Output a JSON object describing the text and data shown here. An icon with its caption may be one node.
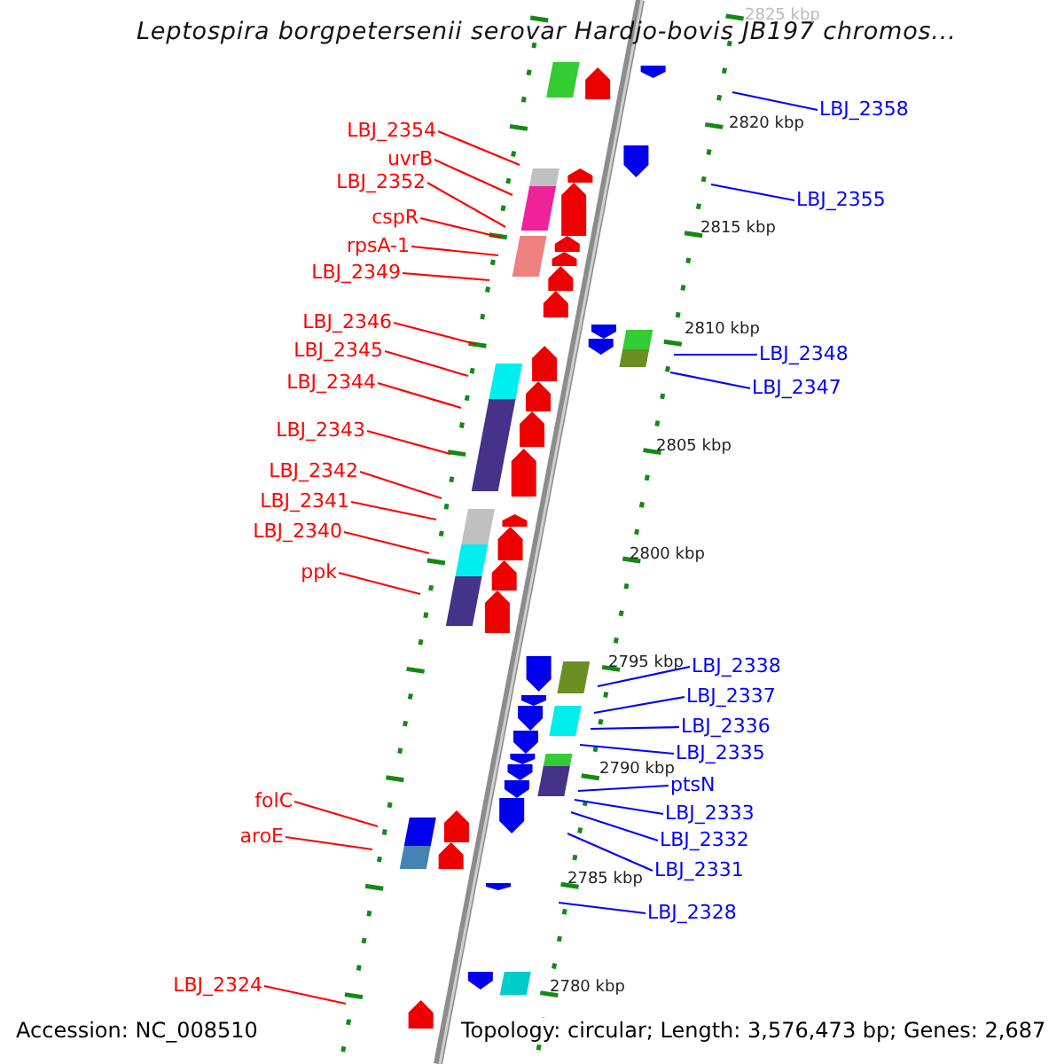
{
  "diagram": {
    "title": "Leptospira borgpetersenii serovar Hardjo-bovis JB197 chromos...",
    "nodes": [
      {
        "text": [
          "LBJ_2358"
        ]
      },
      {
        "text": [
          "LBJ_2354"
        ]
      },
      {
        "text": [
          "uvrB"
        ]
      },
      {
        "text": [
          "LBJ_2352"
        ]
      },
      {
        "text": [
          "LBJ_2355"
        ]
      },
      {
        "text": [
          "cspR"
        ]
      },
      {
        "text": [
          "rpsA-1"
        ]
      },
      {
        "text": [
          "LBJ_2349"
        ]
      },
      {
        "text": [
          "LBJ_2346"
        ]
      },
      {
        "text": [
          "LBJ_2345"
        ]
      },
      {
        "text": [
          "LBJ_2348"
        ]
      },
      {
        "text": [
          "LBJ_2344"
        ]
      },
      {
        "text": [
          "LBJ_2347"
        ]
      },
      {
        "text": [
          "LBJ_2343"
        ]
      },
      {
        "text": [
          "LBJ_2342"
        ]
      },
      {
        "text": [
          "LBJ_2341"
        ]
      },
      {
        "text": [
          "LBJ_2340"
        ]
      },
      {
        "text": [
          "ppk"
        ]
      },
      {
        "text": [
          "LBJ_2338"
        ]
      },
      {
        "text": [
          "LBJ_2337"
        ]
      },
      {
        "text": [
          "LBJ_2336"
        ]
      },
      {
        "text": [
          "LBJ_2335"
        ]
      },
      {
        "text": [
          "ptsN"
        ]
      },
      {
        "text": [
          "folC"
        ]
      },
      {
        "text": [
          "LBJ_2333"
        ]
      },
      {
        "text": [
          "aroE"
        ]
      },
      {
        "text": [
          "LBJ_2332"
        ]
      },
      {
        "text": [
          "LBJ_2331"
        ]
      },
      {
        "text": [
          "LBJ_2328"
        ]
      },
      {
        "text": [
          "LBJ_2324"
        ]
      }
    ],
    "edges": [
      {
        "from": 0,
        "to": null,
        "arrow": "none",
        "color": "#0000ff"
      },
      {
        "from": 1,
        "to": null,
        "arrow": "none"
      },
      {
        "from": 2,
        "to": null,
        "arrow": "none"
      },
      {
        "from": 3,
        "to": null,
        "arrow": "none"
      },
      {
        "from": 4,
        "to": null,
        "arrow": "none",
        "color": "#0000ff"
      },
      {
        "from": 5,
        "to": null,
        "arrow": "none"
      },
      {
        "from": 6,
        "to": null,
        "arrow": "none"
      },
      {
        "from": 7,
        "to": null,
        "arrow": "none"
      },
      {
        "from": 8,
        "to": null,
        "arrow": "none"
      },
      {
        "from": 9,
        "to": null,
        "arrow": "none"
      },
      {
        "from": 10,
        "to": null,
        "arrow": "none",
        "color": "#0000ff"
      },
      {
        "from": 11,
        "to": null,
        "arrow": "none"
      },
      {
        "from": 12,
        "to": null,
        "arrow": "none",
        "color": "#0000ff"
      },
      {
        "from": 13,
        "to": null,
        "arrow": "none"
      },
      {
        "from": 14,
        "to": null,
        "arrow": "none"
      },
      {
        "from": 15,
        "to": null,
        "arrow": "none"
      },
      {
        "from": 16,
        "to": null,
        "arrow": "none"
      },
      {
        "from": 17,
        "to": null,
        "arrow": "none"
      },
      {
        "from": 18,
        "to": null,
        "arrow": "none",
        "color": "#0000ff"
      },
      {
        "from": 19,
        "to": null,
        "arrow": "none",
        "color": "#0000ff"
      },
      {
        "from": 20,
        "to": null,
        "arrow": "none",
        "color": "#0000ff"
      },
      {
        "from": 21,
        "to": null,
        "arrow": "none",
        "color": "#0000ff"
      },
      {
        "from": 22,
        "to": null,
        "arrow": "none",
        "color": "#0000ff"
      },
      {
        "from": 23,
        "to": null,
        "arrow": "none"
      },
      {
        "from": 24,
        "to": null,
        "arrow": "none",
        "color": "#0000ff"
      },
      {
        "from": 25,
        "to": null,
        "arrow": "none"
      },
      {
        "from": 26,
        "to": null,
        "arrow": "none",
        "color": "#0000ff"
      },
      {
        "from": 27,
        "to": null,
        "arrow": "none",
        "color": "#0000ff"
      },
      {
        "from": 28,
        "to": null,
        "arrow": "none",
        "color": "#0000ff"
      },
      {
        "from": 29,
        "to": null,
        "arrow": "none"
      }
    ],
    "labels": [
      "2825 kbp",
      "2820 kbp",
      "2815 kbp",
      "2810 kbp",
      "2805 kbp",
      "2800 kbp",
      "2795 kbp",
      "2790 kbp",
      "2785 kbp",
      "2780 kbp",
      "Accession: NC_008510",
      "Topology: circular; Length: 3,576,473 bp; Genes: 2,687"
    ]
  }
}
